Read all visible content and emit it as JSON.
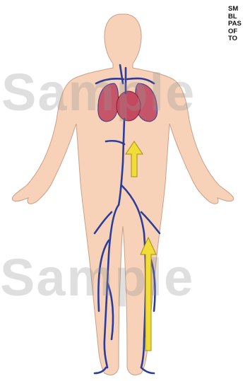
{
  "caption": {
    "lines": [
      "SM",
      "BL",
      "PAS",
      "OF",
      "TO"
    ]
  },
  "watermark": {
    "top_text": "Sample",
    "bottom_text": "Sample"
  },
  "colors": {
    "skin": "#f7d2b8",
    "skin_outline": "#c9a089",
    "vein": "#2c3d99",
    "lung": "#c5566a",
    "heart": "#c4485f",
    "arrow": "#f2dc3a",
    "arrow_outline": "#a38f10",
    "watermark": "#969696"
  },
  "icons": {
    "flow_arrow_upper": "arrow-up-icon",
    "flow_arrow_lower": "arrow-up-icon"
  }
}
